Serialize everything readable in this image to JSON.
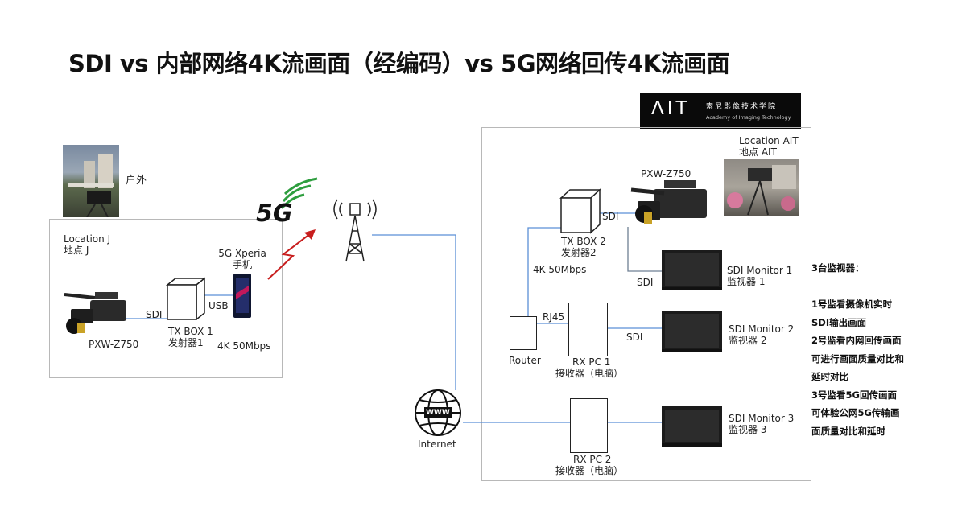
{
  "title": "SDI vs 内部网络4K流画面（经编码）vs 5G网络回传4K流画面",
  "logo": {
    "mark": "ΛIT",
    "cn": "索尼影像技术学院",
    "en": "Academy of Imaging Technology"
  },
  "outdoor": {
    "photo_label": "户外",
    "location_en": "Location J",
    "location_cn": "地点 J",
    "camera": "PXW-Z750",
    "sdi": "SDI",
    "usb": "USB",
    "txbox_en": "TX BOX 1",
    "txbox_cn": "发射器1",
    "phone_en": "5G Xperia",
    "phone_cn": "手机",
    "bitrate": "4K 50Mbps",
    "fiveg": "5G"
  },
  "network": {
    "internet": "Internet",
    "www": "WWW"
  },
  "studio": {
    "location_en": "Location AIT",
    "location_cn": "地点 AIT",
    "camera": "PXW-Z750",
    "txbox_en": "TX BOX 2",
    "txbox_cn": "发射器2",
    "bitrate": "4K 50Mbps",
    "sdi_cam": "SDI",
    "sdi_m1": "SDI",
    "sdi_m2": "SDI",
    "rj45": "RJ45",
    "router": "Router",
    "rxpc1_en": "RX PC 1",
    "rxpc1_cn": "接收器（电脑）",
    "rxpc2_en": "RX PC 2",
    "rxpc2_cn": "接收器（电脑）",
    "mon1_en": "SDI Monitor 1",
    "mon1_cn": "监视器 1",
    "mon2_en": "SDI Monitor 2",
    "mon2_cn": "监视器 2",
    "mon3_en": "SDI Monitor 3",
    "mon3_cn": "监视器 3"
  },
  "notes": [
    "3台监视器：",
    "",
    "1号监看摄像机实时",
    "SDI输出画面",
    "2号监看内网回传画面",
    "可进行画面质量对比和",
    "延时对比",
    "3号监看5G回传画面",
    "可体验公网5G传输画",
    "面质量对比和延时"
  ],
  "colors": {
    "link_blue": "#5b8fd6",
    "link_gray": "#6e7f93",
    "fiveg_green": "#2e9e3f",
    "signal_red": "#c81e1e"
  }
}
